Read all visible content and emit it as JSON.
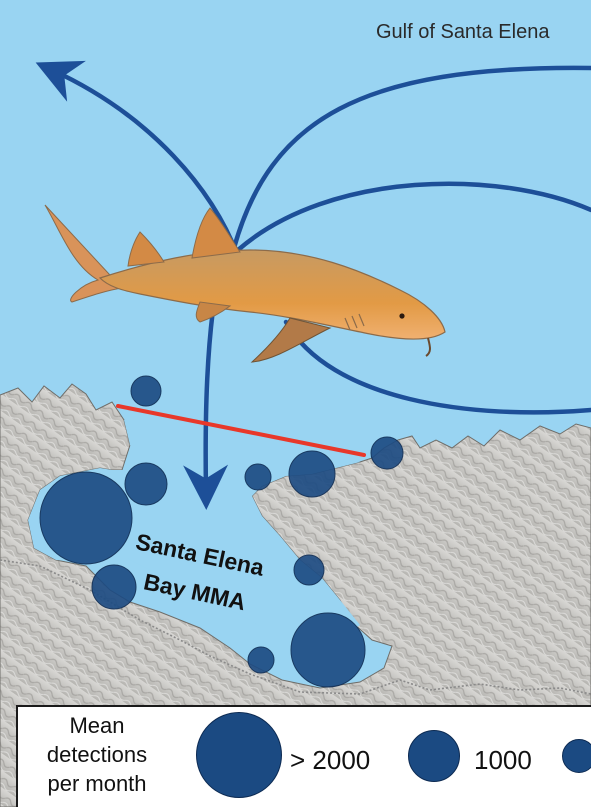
{
  "map": {
    "water_label": "Gulf of Santa Elena",
    "bay_label_line1": "Santa Elena",
    "bay_label_line2": "Bay MMA"
  },
  "colors": {
    "water": "#99d4f2",
    "arrow": "#1d4f98",
    "receiver_dot": "#1b4a82",
    "boundary_line": "#e8382a",
    "land": "#c8c7c4"
  },
  "legend": {
    "title_lines": [
      "Mean",
      "detections",
      "per month"
    ],
    "items": [
      {
        "label": "> 2000"
      },
      {
        "label": "1000"
      },
      {
        "label": ""
      }
    ]
  },
  "icons": {
    "shark": "nurse-shark-illustration"
  }
}
